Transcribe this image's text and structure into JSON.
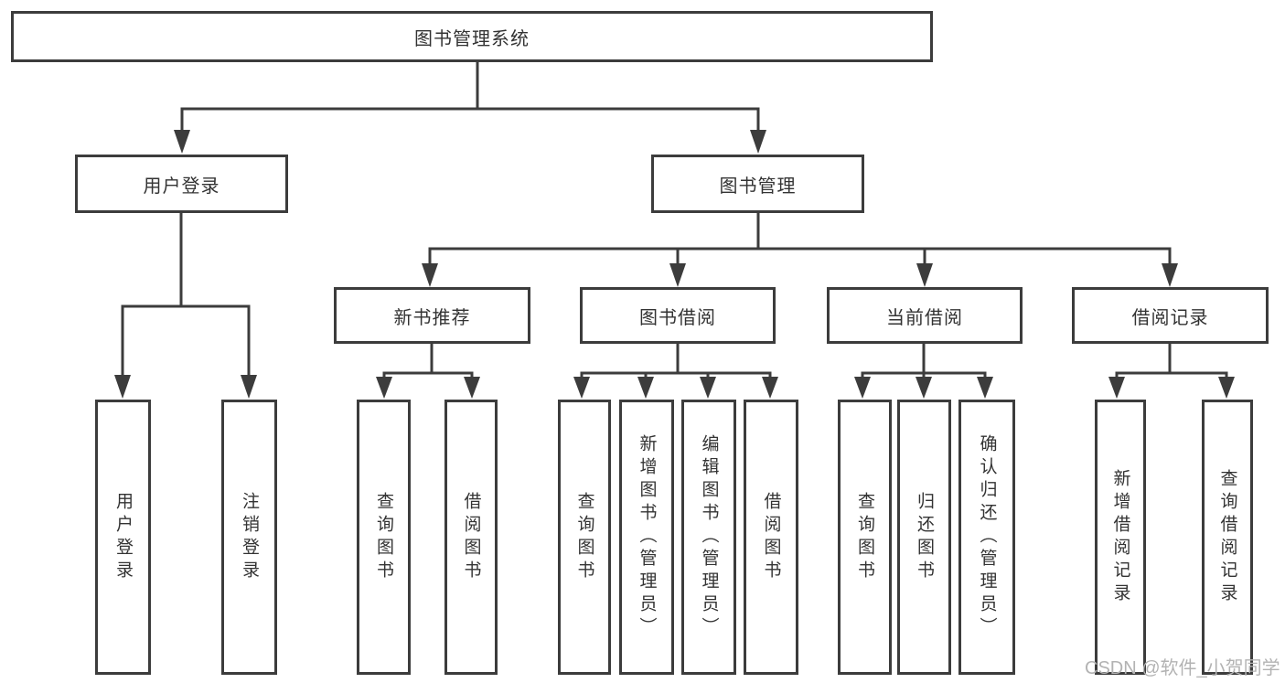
{
  "diagram": {
    "nodes": {
      "root": {
        "label": "图书管理系统"
      },
      "user_login": {
        "label": "用户登录"
      },
      "book_management": {
        "label": "图书管理"
      },
      "new_book_recommend": {
        "label": "新书推荐"
      },
      "book_borrow": {
        "label": "图书借阅"
      },
      "current_borrow": {
        "label": "当前借阅"
      },
      "borrow_record": {
        "label": "借阅记录"
      }
    },
    "leaves": {
      "user_login": [
        "用户登录",
        "注销登录"
      ],
      "new_book_recommend": [
        "查询图书",
        "借阅图书"
      ],
      "book_borrow": [
        "查询图书",
        "新增图书（管理员）",
        "编辑图书（管理员）",
        "借阅图书"
      ],
      "current_borrow": [
        "查询图书",
        "归还图书",
        "确认归还（管理员）"
      ],
      "borrow_record": [
        "新增借阅记录",
        "查询借阅记录"
      ]
    },
    "watermark": "CSDN @软件_小贺同学",
    "colors": {
      "line": "#3c3c3c",
      "text": "#333333",
      "background": "#ffffff",
      "watermark": "#b3b3b3"
    }
  }
}
